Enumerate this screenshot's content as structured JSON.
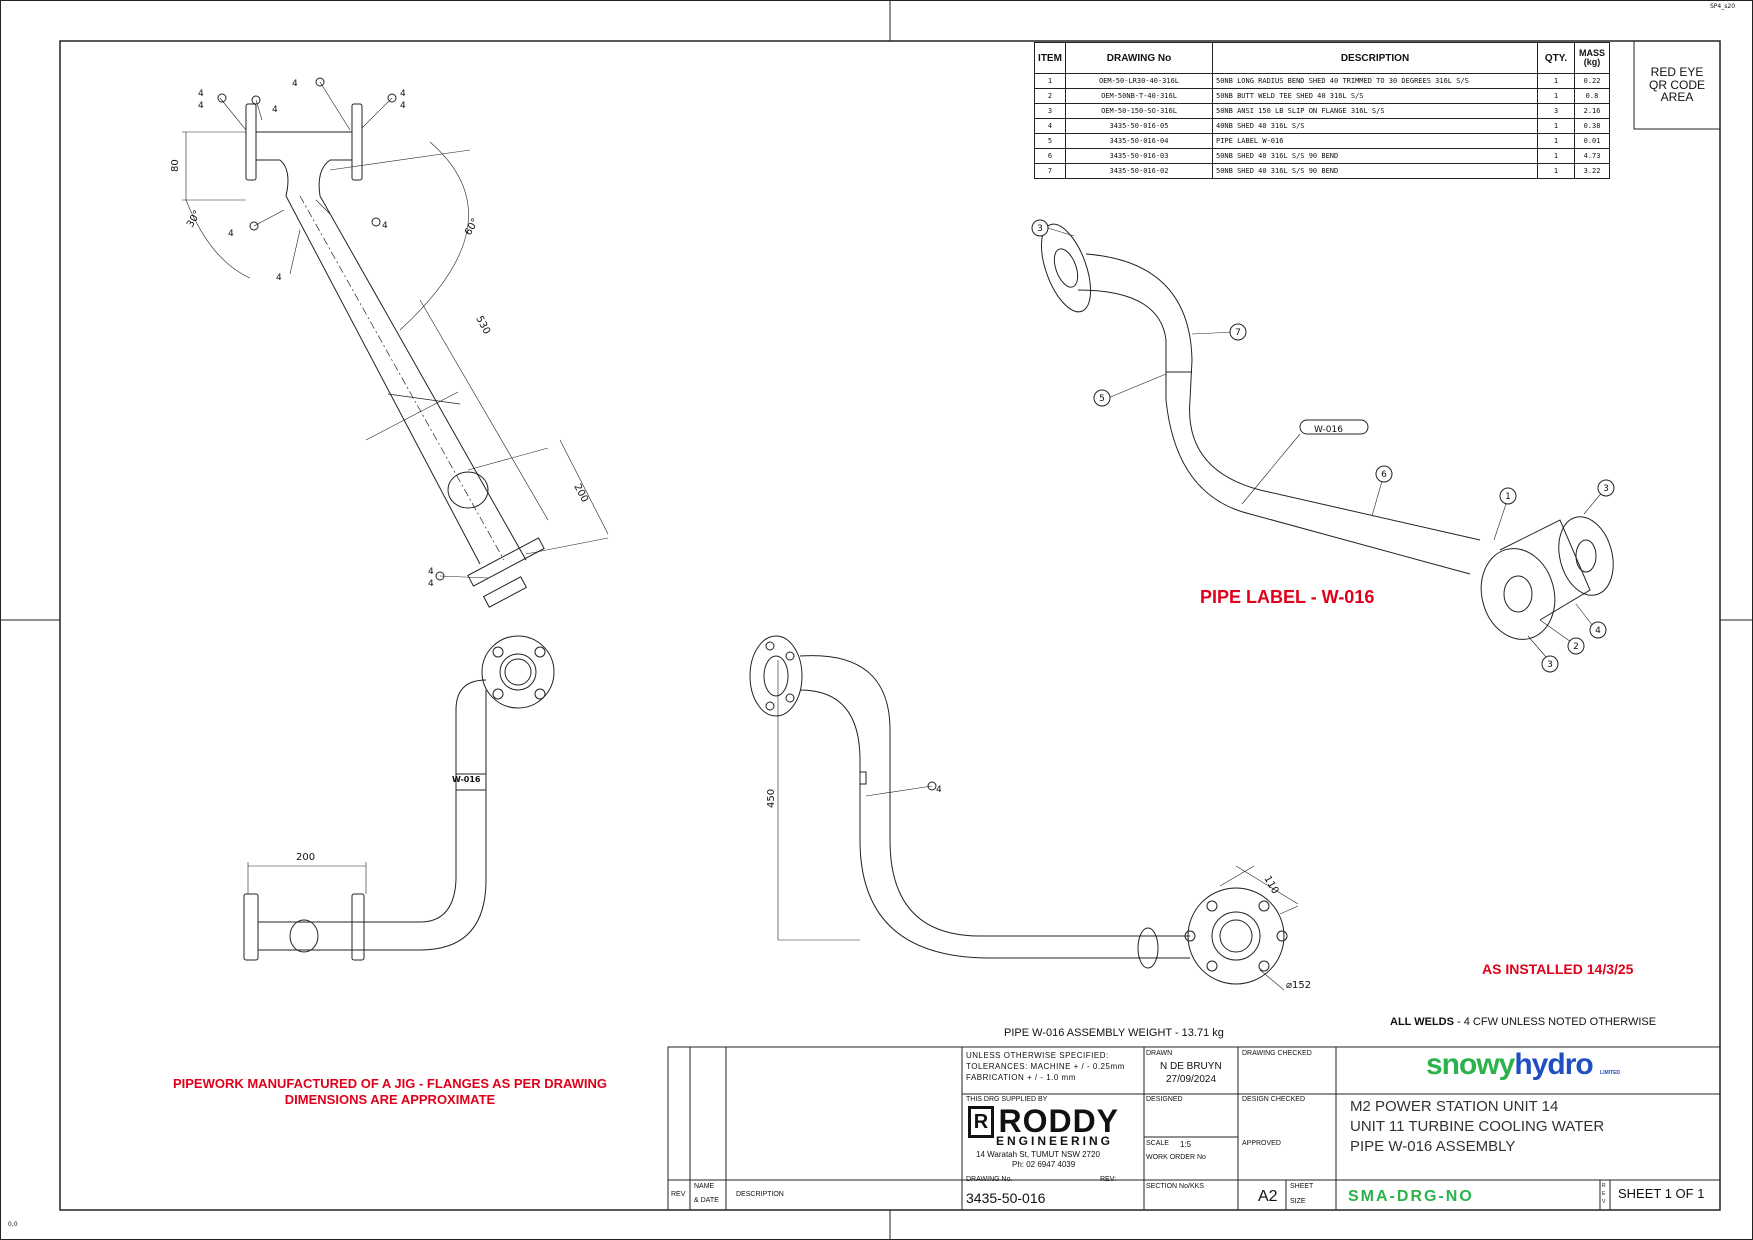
{
  "corner_code": "SP4_s20",
  "origin_label": "0,0",
  "bom": {
    "headers": [
      "ITEM",
      "DRAWING No",
      "DESCRIPTION",
      "QTY.",
      "MASS\n(kg)"
    ],
    "rows": [
      {
        "item": "1",
        "drawing": "OEM-50-LR30-40-316L",
        "description": "50NB LONG RADIUS BEND SHED 40 TRIMMED TO 30 DEGREES 316L S/S",
        "qty": "1",
        "mass": "0.22"
      },
      {
        "item": "2",
        "drawing": "OEM-50NB-T-40-316L",
        "description": "50NB  BUTT WELD TEE SHED 40 316L S/S",
        "qty": "1",
        "mass": "0.8"
      },
      {
        "item": "3",
        "drawing": "OEM-50-150-SO-316L",
        "description": "50NB ANSI 150 LB SLIP ON  FLANGE 316L S/S",
        "qty": "3",
        "mass": "2.16"
      },
      {
        "item": "4",
        "drawing": "3435-50-016-05",
        "description": "40NB SHED 40 316L S/S",
        "qty": "1",
        "mass": "0.38"
      },
      {
        "item": "5",
        "drawing": "3435-50-016-04",
        "description": "PIPE LABEL W-016",
        "qty": "1",
        "mass": "0.01"
      },
      {
        "item": "6",
        "drawing": "3435-50-016-03",
        "description": "50NB SHED 40 316L S/S 90 BEND",
        "qty": "1",
        "mass": "4.73"
      },
      {
        "item": "7",
        "drawing": "3435-50-016-02",
        "description": "50NB SHED 40 316L S/S 90 BEND",
        "qty": "1",
        "mass": "3.22"
      }
    ]
  },
  "qr_area": "RED EYE\nQR CODE\nAREA",
  "notes": {
    "pipe_label": "PIPE LABEL - W-016",
    "as_installed": "AS INSTALLED 14/3/25",
    "jig_note": "PIPEWORK MANUFACTURED OF A JIG - FLANGES AS PER DRAWING\nDIMENSIONS ARE APPROXIMATE",
    "assembly_weight": "PIPE W-016 ASSEMBLY WEIGHT - 13.71 kg",
    "all_welds_bold": "ALL WELDS",
    "all_welds_rest": " - 4 CFW UNLESS NOTED OTHERWISE"
  },
  "dimensions": {
    "d80": "80",
    "d30deg": "30°",
    "d60deg": "60°",
    "d530": "530",
    "d200_a": "200",
    "d200_b": "200",
    "d450": "450",
    "d110": "110",
    "d152": "⌀152",
    "weld": "4",
    "label_tag": "W-016",
    "label_tag_small": "W-016"
  },
  "balloons": {
    "b3a": "3",
    "b7": "7",
    "b5": "5",
    "b6": "6",
    "b1": "1",
    "b3b": "3",
    "b2": "2",
    "b4": "4",
    "b3c": "3"
  },
  "title_block": {
    "unless": "UNLESS OTHERWISE SPECIFIED:",
    "tol_machine": "TOLERANCES: MACHINE + / - 0.25mm",
    "tol_fab": "FABRICATION + / - 1.0 mm",
    "drawn_label": "DRAWN",
    "drawn_name": "N DE BRUYN",
    "drawn_date": "27/09/2024",
    "drawing_checked": "DRAWING CHECKED",
    "supplied_by": "THIS DRG SUPPLIED BY",
    "designed": "DESIGNED",
    "design_checked": "DESIGN CHECKED",
    "company": "RODDY",
    "company_sub": "ENGINEERING",
    "address": "14 Waratah St, TUMUT NSW 2720",
    "phone": "Ph: 02 6947 4039",
    "scale_label": "SCALE",
    "scale_value": "1:5",
    "approved": "APPROVED",
    "work_order": "WORK ORDER No",
    "drawing_no_label": "DRAWING No.",
    "drawing_no": "3435-50-016",
    "rev_label": "REV:",
    "section_label": "SECTION No/KKS",
    "size_value": "A2",
    "sheet_label": "SHEET",
    "size_label": "SIZE",
    "client_a": "snowy",
    "client_b": "hydro",
    "client_suffix": "LIMITED",
    "title_1": "M2 POWER STATION UNIT 14",
    "title_2": "UNIT 11 TURBINE COOLING WATER",
    "title_3": "PIPE W-016 ASSEMBLY",
    "client_drg": "SMA-DRG-NO",
    "rev_short": "REV",
    "sheet_of": "SHEET 1 OF 1",
    "rev_col": "REV",
    "name_col": "NAME",
    "date_col": "& DATE",
    "desc_col": "DESCRIPTION"
  },
  "colors": {
    "red": "#e0001b",
    "green": "#2bb24c",
    "blue": "#1f4fc1",
    "line": "#222222"
  }
}
